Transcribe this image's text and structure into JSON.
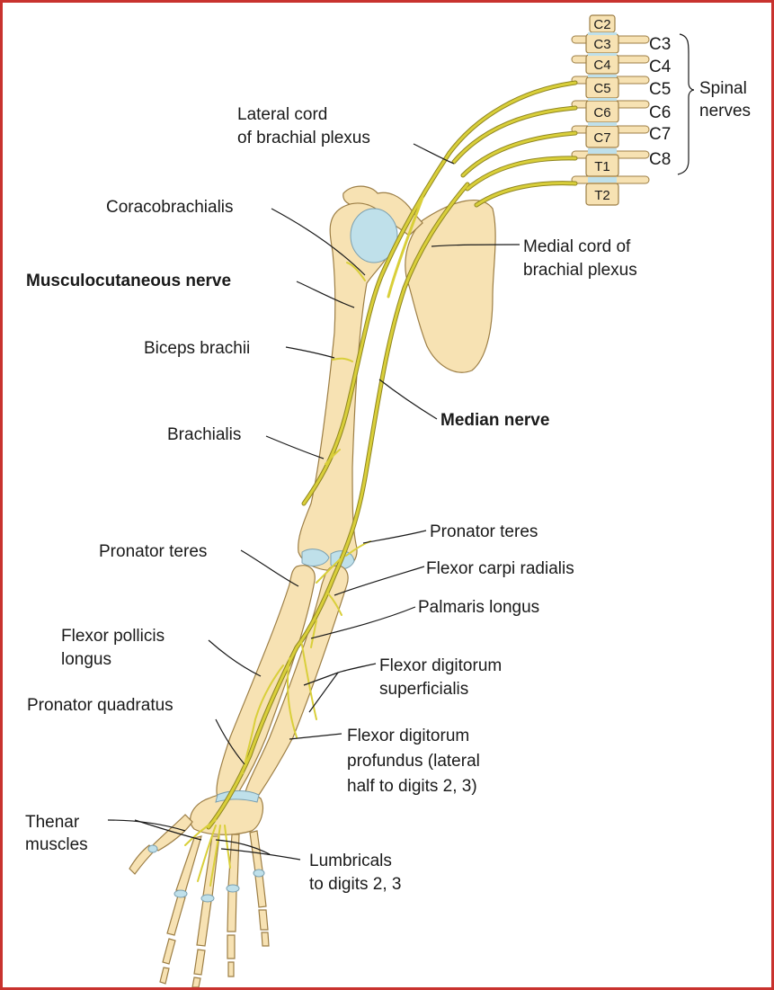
{
  "colors": {
    "frame": "#c8322e",
    "bone": "#f7e2b3",
    "cartilage": "#bfe0ea",
    "nerve": "#d9cf3a",
    "text": "#1a1a1a"
  },
  "vertebrae": [
    "C2",
    "C3",
    "C4",
    "C5",
    "C6",
    "C7",
    "T1",
    "T2"
  ],
  "spinal_nerves": {
    "roots": [
      "C3",
      "C4",
      "C5",
      "C6",
      "C7",
      "C8"
    ],
    "label_line1": "Spinal",
    "label_line2": "nerves"
  },
  "labels": {
    "lateral_cord_1": "Lateral cord",
    "lateral_cord_2": "of brachial plexus",
    "coracobrachialis": "Coracobrachialis",
    "musculocutaneous": "Musculocutaneous nerve",
    "medial_cord_1": "Medial cord of",
    "medial_cord_2": "brachial plexus",
    "biceps": "Biceps brachii",
    "median": "Median nerve",
    "brachialis": "Brachialis",
    "pronator_teres_right": "Pronator teres",
    "pronator_teres_left": "Pronator teres",
    "flexor_carpi_radialis": "Flexor carpi radialis",
    "palmaris_longus": "Palmaris longus",
    "fpl_1": "Flexor pollicis",
    "fpl_2": "longus",
    "fds_1": "Flexor digitorum",
    "fds_2": "superficialis",
    "pronator_quadratus": "Pronator quadratus",
    "fdp_1": "Flexor digitorum",
    "fdp_2": "profundus (lateral",
    "fdp_3": "half to digits 2, 3)",
    "thenar_1": "Thenar",
    "thenar_2": "muscles",
    "lumbricals_1": "Lumbricals",
    "lumbricals_2": "to digits 2, 3"
  }
}
